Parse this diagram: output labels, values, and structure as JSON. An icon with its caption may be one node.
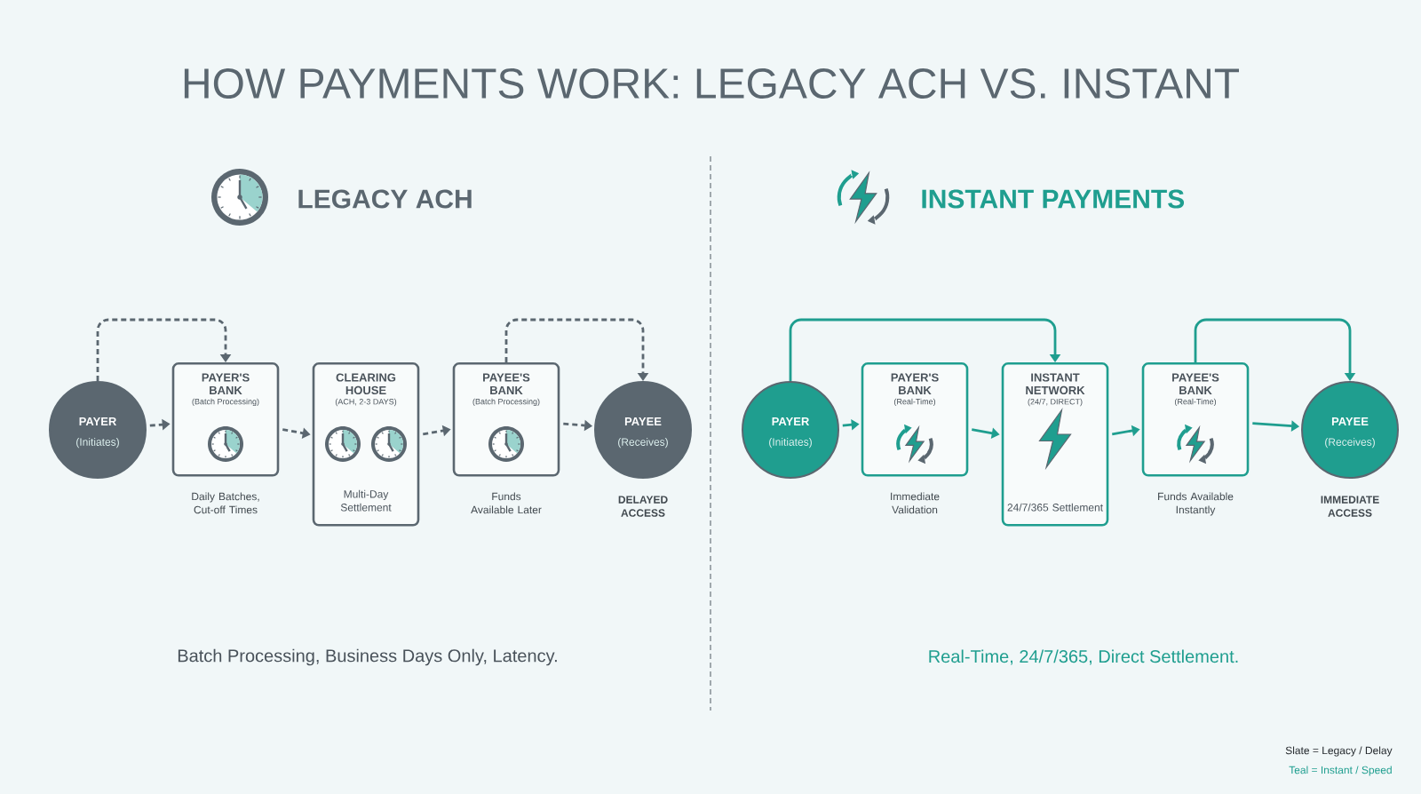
{
  "diagram": {
    "title": "HOW PAYMENTS WORK: LEGACY ACH VS. INSTANT",
    "nodes": [
      {
        "text": [
          "PAYER",
          "(Initiates)"
        ]
      },
      {
        "text": [
          "PAYER'S BANK",
          "(Batch Processing)"
        ],
        "beside": [
          "Daily Batches, Cut-off Times"
        ]
      },
      {
        "text": [
          "CLEARING HOUSE",
          "(ACH, 2-3 DAYS)",
          "Multi-Day Settlement"
        ]
      },
      {
        "text": [
          "PAYEE'S BANK",
          "(Batch Processing)"
        ],
        "beside": [
          "Funds Available Later"
        ]
      },
      {
        "text": [
          "PAYEE",
          "(Receives)"
        ],
        "beside": [
          "DELAYED ACCESS"
        ]
      },
      {
        "text": [
          "PAYER",
          "(Initiates)"
        ]
      },
      {
        "text": [
          "PAYER'S BANK",
          "(Real-Time)"
        ],
        "beside": [
          "Immediate Validation"
        ]
      },
      {
        "text": [
          "INSTANT NETWORK",
          "(24/7, DIRECT)",
          "24/7/365 Settlement"
        ]
      },
      {
        "text": [
          "PAYEE'S BANK",
          "(Real-Time)"
        ],
        "beside": [
          "Funds Available Instantly"
        ]
      },
      {
        "text": [
          "PAYEE",
          "(Receives)"
        ],
        "beside": [
          "IMMEDIATE ACCESS"
        ]
      }
    ],
    "edges": [
      {
        "from": 0,
        "to": 1,
        "arrow": "to",
        "style": "dashed"
      },
      {
        "from": 1,
        "to": 2,
        "arrow": "to",
        "style": "dashed"
      },
      {
        "from": 2,
        "to": 3,
        "arrow": "to",
        "style": "dashed"
      },
      {
        "from": 3,
        "to": 4,
        "arrow": "to",
        "style": "dashed"
      },
      {
        "from": 0,
        "to": 1,
        "arrow": "to",
        "style": "dashed"
      },
      {
        "from": 3,
        "to": 4,
        "arrow": "to",
        "style": "dashed"
      },
      {
        "from": 5,
        "to": 6,
        "arrow": "to",
        "color": "#1f9e8f"
      },
      {
        "from": 6,
        "to": 7,
        "arrow": "to",
        "color": "#1f9e8f"
      },
      {
        "from": 7,
        "to": 8,
        "arrow": "to",
        "color": "#1f9e8f"
      },
      {
        "from": 8,
        "to": 9,
        "arrow": "to",
        "color": "#1f9e8f"
      },
      {
        "from": 5,
        "to": 7,
        "arrow": "to",
        "color": "#1f9e8f"
      },
      {
        "from": 8,
        "to": 9,
        "arrow": "to",
        "color": "#1f9e8f"
      }
    ],
    "labels": [
      "LEGACY ACH",
      "INSTANT PAYMENTS",
      "Batch Processing, Business Days Only, Latency.",
      "Real-Time, 24/7/365, Direct Settlement.",
      "Slate = Legacy / Delay",
      "Teal = Instant / Speed"
    ]
  }
}
